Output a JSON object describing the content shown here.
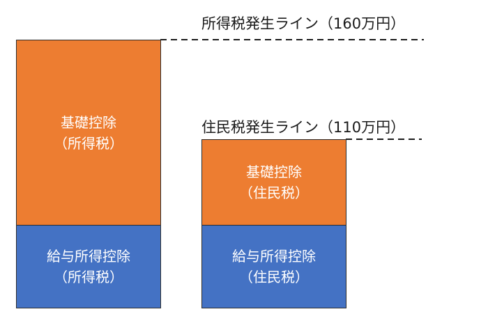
{
  "threshold_lines": {
    "income_tax": {
      "label": "所得税発生ライン（160万円）"
    },
    "resident_tax": {
      "label": "住民税発生ライン（110万円）"
    }
  },
  "bars": {
    "left": {
      "top_block": {
        "line1": "基礎控除",
        "line2": "（所得税）",
        "color": "#ED7D31"
      },
      "bottom_block": {
        "line1": "給与所得控除",
        "line2": "（所得税）",
        "color": "#4472C4"
      }
    },
    "right": {
      "top_block": {
        "line1": "基礎控除",
        "line2": "（住民税）",
        "color": "#ED7D31"
      },
      "bottom_block": {
        "line1": "給与所得控除",
        "line2": "（住民税）",
        "color": "#4472C4"
      }
    }
  }
}
